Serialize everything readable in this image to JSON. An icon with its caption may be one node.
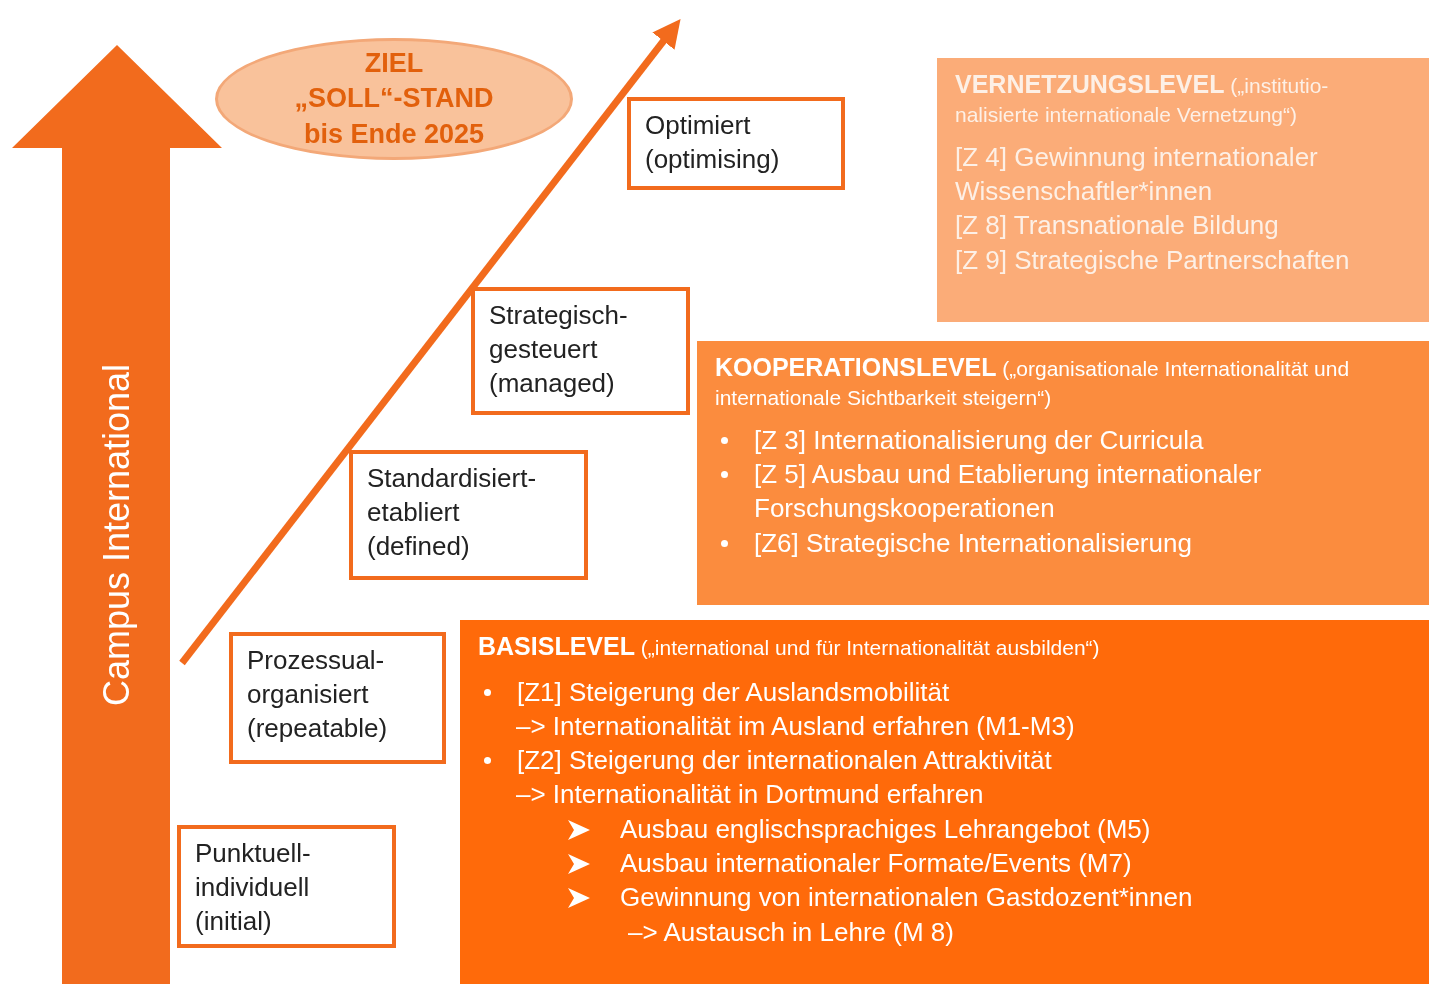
{
  "diagram": {
    "nodes": [
      {
        "text": [
          "Campus International"
        ]
      },
      {
        "text": [
          "ZIEL",
          "„SOLL“-STAND",
          "bis Ende 2025"
        ]
      },
      {
        "text": [
          "Optimiert",
          "(optimising)"
        ]
      },
      {
        "text": [
          "Strategisch-gesteuert",
          "(managed)"
        ]
      },
      {
        "text": [
          "Standardisiert-etabliert",
          "(defined)"
        ]
      },
      {
        "text": [
          "Prozessual-organisiert",
          "(repeatable)"
        ]
      },
      {
        "text": [
          "Punktuell-individuell",
          "(initial)"
        ]
      },
      {
        "text": [
          "**VERNETZUNGSLEVEL** („institutio-nalisierte internationale Vernetzung“)",
          "[Z 4] Gewinnung internationaler Wissenschaftler*innen",
          "[Z 8] Transnationale Bildung",
          "[Z 9] Strategische Partnerschaften"
        ]
      },
      {
        "text": [
          "**KOOPERATIONSLEVEL** („organisationale Internationalität und internationale Sichtbarkeit steigern“)",
          "[Z 3] Internationalisierung der Curricula",
          "[Z 5] Ausbau und Etablierung internationaler Forschungskooperationen",
          "[Z6] Strategische Internationalisierung"
        ]
      },
      {
        "text": [
          "**BASISLEVEL** („international und für Internationalität ausbilden“)",
          "[Z1] Steigerung der Auslandsmobilität",
          "–> Internationalität im Ausland erfahren (M1-M3)",
          "[Z2] Steigerung der internationalen Attraktivität",
          "–> Internationalität in Dortmund erfahren",
          "Ausbau englischsprachiges Lehrangebot (M5)",
          "Ausbau internationaler Formate/Events (M7)",
          "Gewinnung von internationalen Gastdozent*innen",
          "–> Austausch in Lehre (M 8)"
        ]
      }
    ]
  }
}
